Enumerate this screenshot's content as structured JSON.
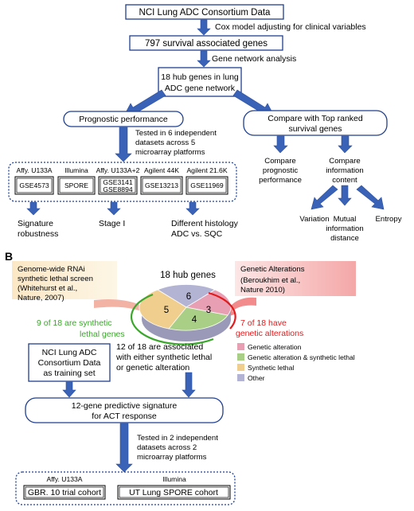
{
  "panel_b_label": "B",
  "top": {
    "title": "NCI Lung ADC Consortium Data",
    "step1_label": "Cox model adjusting for clinical variables",
    "genes797": "797 survival associated genes",
    "step2_label": "Gene network analysis",
    "hub_line1": "18 hub genes in lung",
    "hub_line2": "ADC gene network",
    "prognostic": "Prognostic performance",
    "compare_line1": "Compare with Top ranked",
    "compare_line2": "survival genes",
    "tested_lines": [
      "Tested in 6 independent",
      "datasets across 5",
      "microarray platforms"
    ],
    "platforms": [
      {
        "name": "Affy. U133A",
        "datasets": [
          "GSE4573"
        ]
      },
      {
        "name": "Illumina",
        "datasets": [
          "SPORE"
        ]
      },
      {
        "name": "Affy. U133A+2",
        "datasets": [
          "GSE3141",
          "GSE8894"
        ]
      },
      {
        "name": "Agilent 44K",
        "datasets": [
          "GSE13213"
        ]
      },
      {
        "name": "Agilent 21.6K",
        "datasets": [
          "GSE11969"
        ]
      }
    ],
    "outcome_signature": [
      "Signature",
      "robustness"
    ],
    "outcome_stage": [
      "Stage I"
    ],
    "outcome_histology": [
      "Different histology",
      "ADC vs. SQC"
    ],
    "compare_prognostic": [
      "Compare",
      "prognostic",
      "performance"
    ],
    "compare_information": [
      "Compare",
      "information",
      "content"
    ],
    "info_variation": [
      "Variation"
    ],
    "info_mutual": [
      "Mutual",
      "information",
      "distance"
    ],
    "info_entropy": [
      "Entropy"
    ]
  },
  "bottom": {
    "rnai_lines": [
      "Genome-wide RNAi",
      "synthetic lethal screen",
      "(Whitehurst et al.,",
      "Nature, 2007)"
    ],
    "genetic_alt_title": "Genetic Alterations",
    "genetic_alt_lines": [
      "(Beroukhim et al.,",
      "Nature 2010)"
    ],
    "hub_genes_title": "18 hub genes",
    "pie_segments": [
      {
        "label": "6",
        "category": "Other",
        "color": "#b3b3d4"
      },
      {
        "label": "3",
        "category": "Genetic alteration",
        "color": "#e89fb4"
      },
      {
        "label": "4",
        "category": "Genetic alteration & synthetic lethal",
        "color": "#a9cf86"
      },
      {
        "label": "5",
        "category": "Synthetic lethal",
        "color": "#f0cf8e"
      }
    ],
    "synthetic_lethal_lines": [
      "9 of 18 are synthetic",
      "lethal genes"
    ],
    "synthetic_color": "#3aa62b",
    "genetic_lines": [
      "7 of 18 have",
      "genetic alterations"
    ],
    "genetic_color": "#e31a1c",
    "legend": [
      {
        "label": "Genetic alteration",
        "color": "#e89fb4"
      },
      {
        "label": "Genetic alteration & synthetic lethal",
        "color": "#a9cf86"
      },
      {
        "label": "Synthetic lethal",
        "color": "#f0cf8e"
      },
      {
        "label": "Other",
        "color": "#b3b3d4"
      }
    ],
    "associated_lines": [
      "12 of 18 are associated",
      "with either synthetic lethal",
      "or genetic alteration"
    ],
    "training_lines": [
      "NCI Lung ADC",
      "Consortium Data",
      "as training set"
    ],
    "predictive_lines": [
      "12-gene predictive signature",
      "for ACT response"
    ],
    "tested_lines": [
      "Tested in 2 independent",
      "datasets across 2",
      "microarray platforms"
    ],
    "cohorts": [
      {
        "platform": "Affy. U133A",
        "name": "GBR. 10 trial cohort"
      },
      {
        "platform": "Illumina",
        "name": "UT Lung SPORE cohort"
      }
    ]
  }
}
